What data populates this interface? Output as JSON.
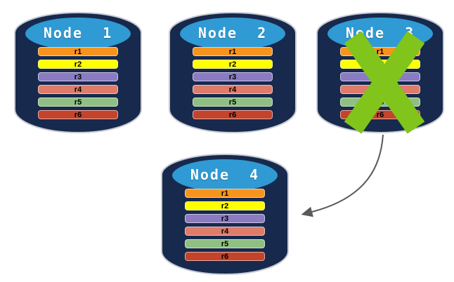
{
  "palette": {
    "background": "#ffffff",
    "cylinder_body": "#17294c",
    "cylinder_top": "#2f9ad3",
    "cylinder_outline": "#c6cbd4",
    "x_mark": "#80c41c",
    "arrow": "#5a5a5a",
    "title_text": "#ffffff",
    "row_text": "#000000"
  },
  "nodes": [
    {
      "title": "Node  1",
      "status": "active",
      "rows": [
        {
          "label": "r1",
          "color": "#f7941e"
        },
        {
          "label": "r2",
          "color": "#ffff00"
        },
        {
          "label": "r3",
          "color": "#8a7bc2"
        },
        {
          "label": "r4",
          "color": "#de7b69"
        },
        {
          "label": "r5",
          "color": "#8fbf82"
        },
        {
          "label": "r6",
          "color": "#c4432b"
        }
      ]
    },
    {
      "title": "Node  2",
      "status": "active",
      "rows": [
        {
          "label": "r1",
          "color": "#f7941e"
        },
        {
          "label": "r2",
          "color": "#ffff00"
        },
        {
          "label": "r3",
          "color": "#8a7bc2"
        },
        {
          "label": "r4",
          "color": "#de7b69"
        },
        {
          "label": "r5",
          "color": "#8fbf82"
        },
        {
          "label": "r6",
          "color": "#c4432b"
        }
      ]
    },
    {
      "title": "Node  3",
      "status": "failed",
      "rows": [
        {
          "label": "r1",
          "color": "#f7941e"
        },
        {
          "label": "r2",
          "color": "#ffff00"
        },
        {
          "label": "r3",
          "color": "#8a7bc2"
        },
        {
          "label": "r4",
          "color": "#de7b69"
        },
        {
          "label": "r5",
          "color": "#8fbf82"
        },
        {
          "label": "r6",
          "color": "#c4432b"
        }
      ]
    },
    {
      "title": "Node  4",
      "status": "active",
      "rows": [
        {
          "label": "r1",
          "color": "#f7941e"
        },
        {
          "label": "r2",
          "color": "#ffff00"
        },
        {
          "label": "r3",
          "color": "#8a7bc2"
        },
        {
          "label": "r4",
          "color": "#de7b69"
        },
        {
          "label": "r5",
          "color": "#8fbf82"
        },
        {
          "label": "r6",
          "color": "#c4432b"
        }
      ]
    }
  ],
  "failure": {
    "node": "Node 3"
  },
  "arrow": {
    "from": "Node 3",
    "to": "Node 4"
  }
}
